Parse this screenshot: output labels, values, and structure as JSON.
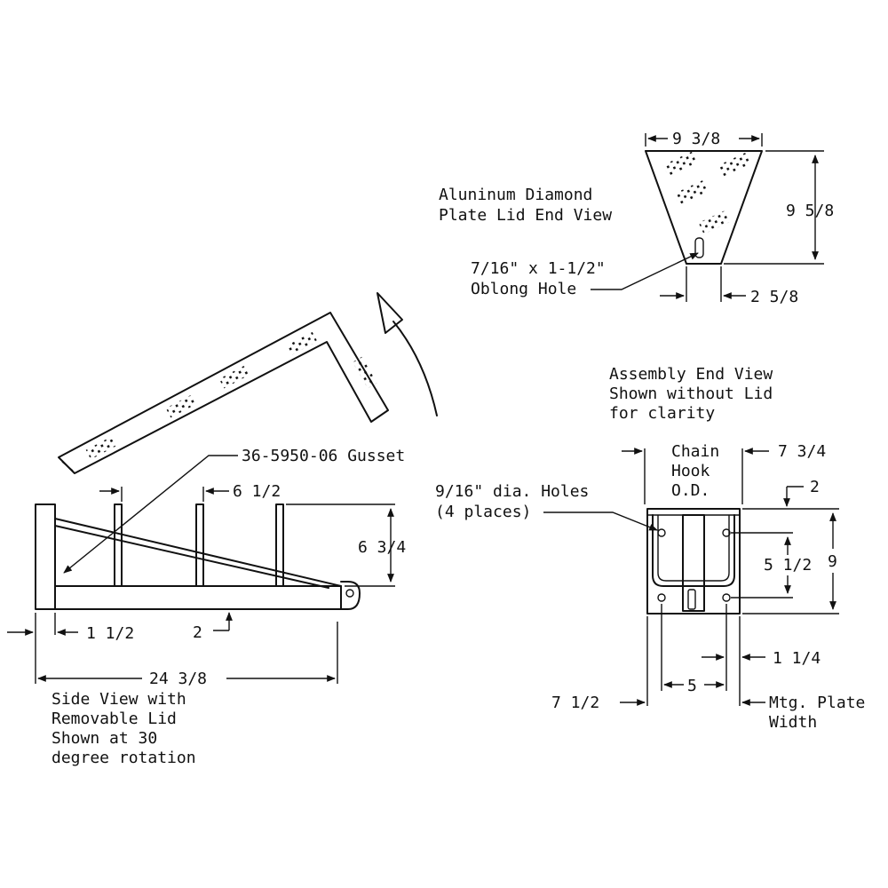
{
  "lid_end_view": {
    "title_line1": "Aluninum Diamond",
    "title_line2": "Plate Lid End View",
    "dim_top_width": "9 3/8",
    "dim_height": "9 5/8",
    "dim_bottom_width": "2 5/8",
    "hole_line1": "7/16\" x 1-1/2\"",
    "hole_line2": "Oblong Hole"
  },
  "side_view": {
    "gusset_label": "36-5950-06 Gusset",
    "dim_upright_spacing": "6 1/2",
    "dim_height": "6 3/4",
    "dim_upright_offset": "1 1/2",
    "dim_tube": "2",
    "dim_length": "24 3/8",
    "caption_line1": "Side View with",
    "caption_line2": "Removable Lid",
    "caption_line3": "Shown at 30",
    "caption_line4": "degree rotation"
  },
  "assembly_end_view": {
    "title_line1": "Assembly End View",
    "title_line2": "Shown without Lid",
    "title_line3": "for clarity",
    "chain_line1": "Chain",
    "chain_line2": "Hook",
    "chain_line3": "O.D.",
    "dim_chain_od": "7 3/4",
    "dim_top": "2",
    "holes_line1": "9/16\" dia. Holes",
    "holes_line2": "(4 places)",
    "dim_hole_spacing_v": "5 1/2",
    "dim_height": "9",
    "dim_side": "1 1/4",
    "dim_hole_spacing_h": "5",
    "dim_width": "7 1/2",
    "mtg_line1": "Mtg. Plate",
    "mtg_line2": "Width"
  }
}
